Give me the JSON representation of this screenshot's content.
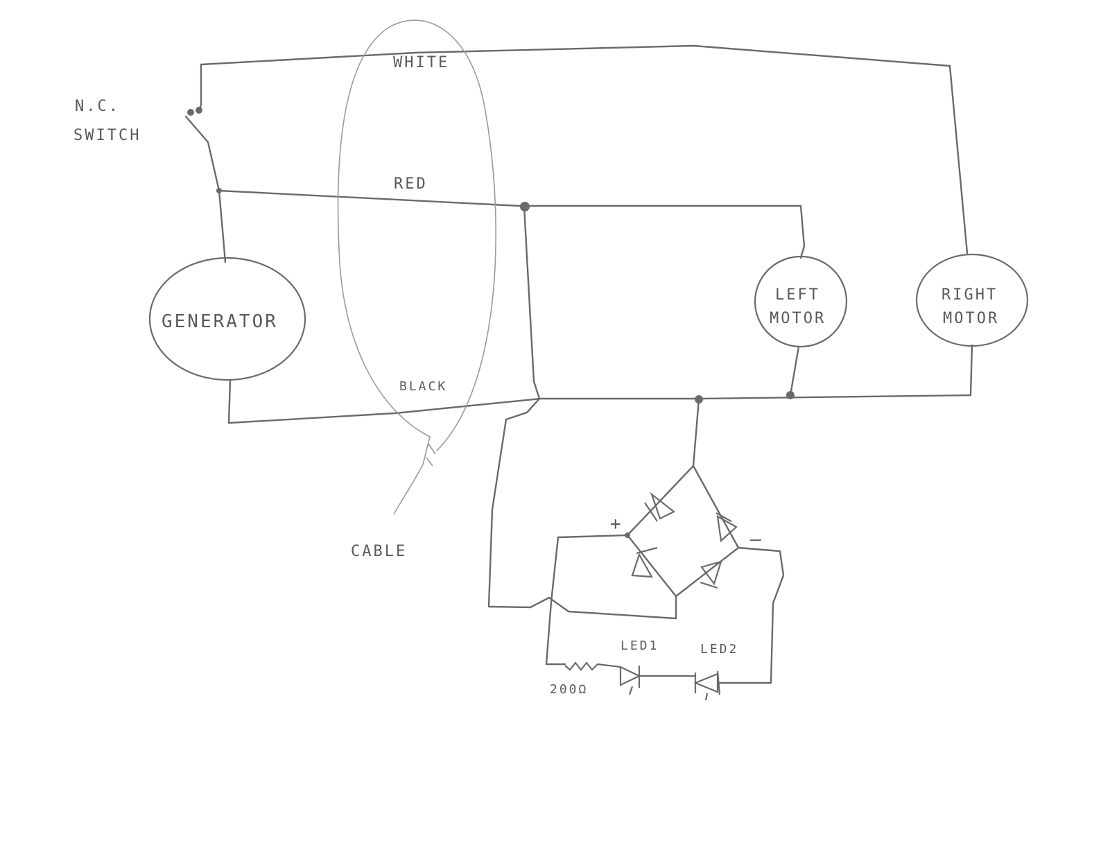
{
  "labels": {
    "switch_line1": "N.C.",
    "switch_line2": "SWITCH",
    "wire_white": "WHITE",
    "wire_red": "RED",
    "wire_black": "BLACK",
    "cable": "CABLE",
    "generator": "GENERATOR",
    "left_motor_line1": "LEFT",
    "left_motor_line2": "MOTOR",
    "right_motor_line1": "RIGHT",
    "right_motor_line2": "MOTOR",
    "bridge_plus": "+",
    "bridge_minus": "–",
    "led1": "LED1",
    "led2": "LED2",
    "resistor": "200Ω"
  },
  "colors": {
    "ink": "#6a6a6a",
    "paper": "#ffffff"
  }
}
